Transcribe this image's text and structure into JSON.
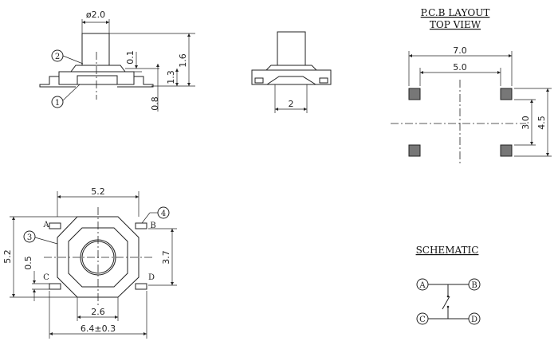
{
  "side_view": {
    "dia": "ø2.0",
    "h_total": "1.6",
    "gap": "0.1",
    "body_h": "1.3",
    "lead": "0.8",
    "callout_2": "2",
    "callout_1": "1"
  },
  "front_view": {
    "width": "2"
  },
  "pcb": {
    "title": "P.C.B LAYOUT",
    "subtitle": "TOP VIEW",
    "w_outer": "7.0",
    "w_inner": "5.0",
    "h_inner": "3.0",
    "h_outer": "4.5"
  },
  "bottom_view": {
    "width_top": "5.2",
    "height_left": "5.2",
    "pin_w": "0.5",
    "pitch_v": "3.7",
    "inner": "2.6",
    "overall": "6.4±0.3",
    "pin_a": "A",
    "pin_b": "B",
    "pin_c": "C",
    "pin_d": "D",
    "callout_3": "3",
    "callout_4": "4"
  },
  "schematic": {
    "title": "SCHEMATIC",
    "a": "A",
    "b": "B",
    "c": "C",
    "d": "D"
  }
}
